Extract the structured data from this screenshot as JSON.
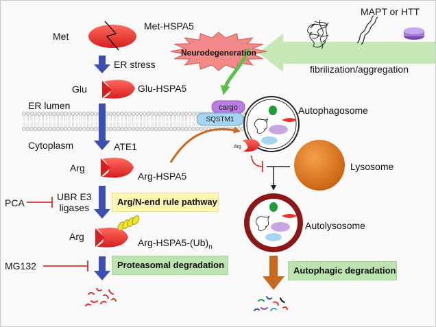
{
  "colors": {
    "protein_red": "#e8322e",
    "arrow_blue": "#3c4fb0",
    "arrow_green": "#5cbf4d",
    "arrow_orange": "#c8691f",
    "band_green": "#c6e7b6",
    "inhibitor_red": "#d9302b",
    "lysosome_orange": "#dd7a1c",
    "neuro_star": "#f28a8a",
    "ubiquitin_yellow": "#f2e332",
    "yellow_box": "#fdf6b5",
    "green_box": "#bde3b0"
  },
  "left_pathway": {
    "met_residue": "Met",
    "met_protein": "Met-HSPA5",
    "er_stress": "ER stress",
    "glu_residue": "Glu",
    "glu_protein": "Glu-HSPA5",
    "er_lumen": "ER lumen",
    "cytoplasm": "Cytoplasm",
    "ate1": "ATE1",
    "arg_residue": "Arg",
    "arg_protein": "Arg-HSPA5",
    "pca": "PCA",
    "ubr_ligases": "UBR E3\nligases",
    "arg_n_end_rule": "Arg/N-end rule pathway",
    "arg_ub_residue": "Arg",
    "arg_ub_protein": "Arg-HSPA5-(Ub)",
    "arg_ub_subscript": "n",
    "mg132": "MG132",
    "proteasomal_degradation": "Proteasomal degradation"
  },
  "right_pathway": {
    "mapt_or_htt": "MAPT or HTT",
    "fibrilization": "fibrilization/aggregation",
    "neurodegeneration": "Neurodegeneration",
    "cargo": "cargo",
    "sqstm1": "SQSTM1",
    "autophagosome": "Autophagosome",
    "arg_small": "Arg",
    "lysosome": "Lysosome",
    "autolysosome": "Autolysosome",
    "autophagic_degradation": "Autophagic degradation"
  }
}
